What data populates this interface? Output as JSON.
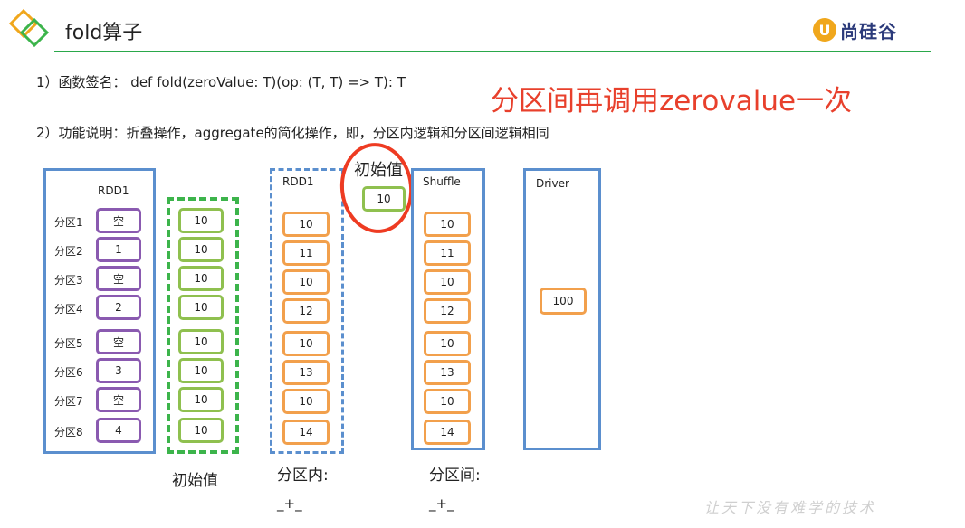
{
  "header": {
    "title": "fold算子",
    "brand_mark": "U",
    "brand_text": "尚硅谷"
  },
  "content": {
    "line1": "1）函数签名： def fold(zeroValue: T)(op: (T, T) => T): T",
    "line2": "2）功能说明：折叠操作，aggregate的简化操作，即，分区内逻辑和分区间逻辑相同",
    "annotation": "分区间再调用zerovalue一次"
  },
  "diagram": {
    "rdd1_left_title": "RDD1",
    "partitions": [
      {
        "label": "分区1",
        "value": "空"
      },
      {
        "label": "分区2",
        "value": "1"
      },
      {
        "label": "分区3",
        "value": "空"
      },
      {
        "label": "分区4",
        "value": "2"
      },
      {
        "label": "分区5",
        "value": "空"
      },
      {
        "label": "分区6",
        "value": "3"
      },
      {
        "label": "分区7",
        "value": "空"
      },
      {
        "label": "分区8",
        "value": "4"
      }
    ],
    "initial_values": [
      "10",
      "10",
      "10",
      "10",
      "10",
      "10",
      "10",
      "10"
    ],
    "initial_caption": "初始值",
    "rdd1_mid_title": "RDD1",
    "rdd1_mid_values": [
      "10",
      "11",
      "10",
      "12",
      "10",
      "13",
      "10",
      "14"
    ],
    "intra_caption": "分区内:",
    "intra_op": "_+_",
    "init_top_label": "初始值",
    "init_top_value": "10",
    "shuffle_title": "Shuffle",
    "shuffle_values": [
      "10",
      "11",
      "10",
      "12",
      "10",
      "13",
      "10",
      "14"
    ],
    "inter_caption": "分区间:",
    "inter_op": "_+_",
    "driver_title": "Driver",
    "driver_value": "100"
  },
  "footer": {
    "watermark": "让天下没有难学的技术"
  }
}
